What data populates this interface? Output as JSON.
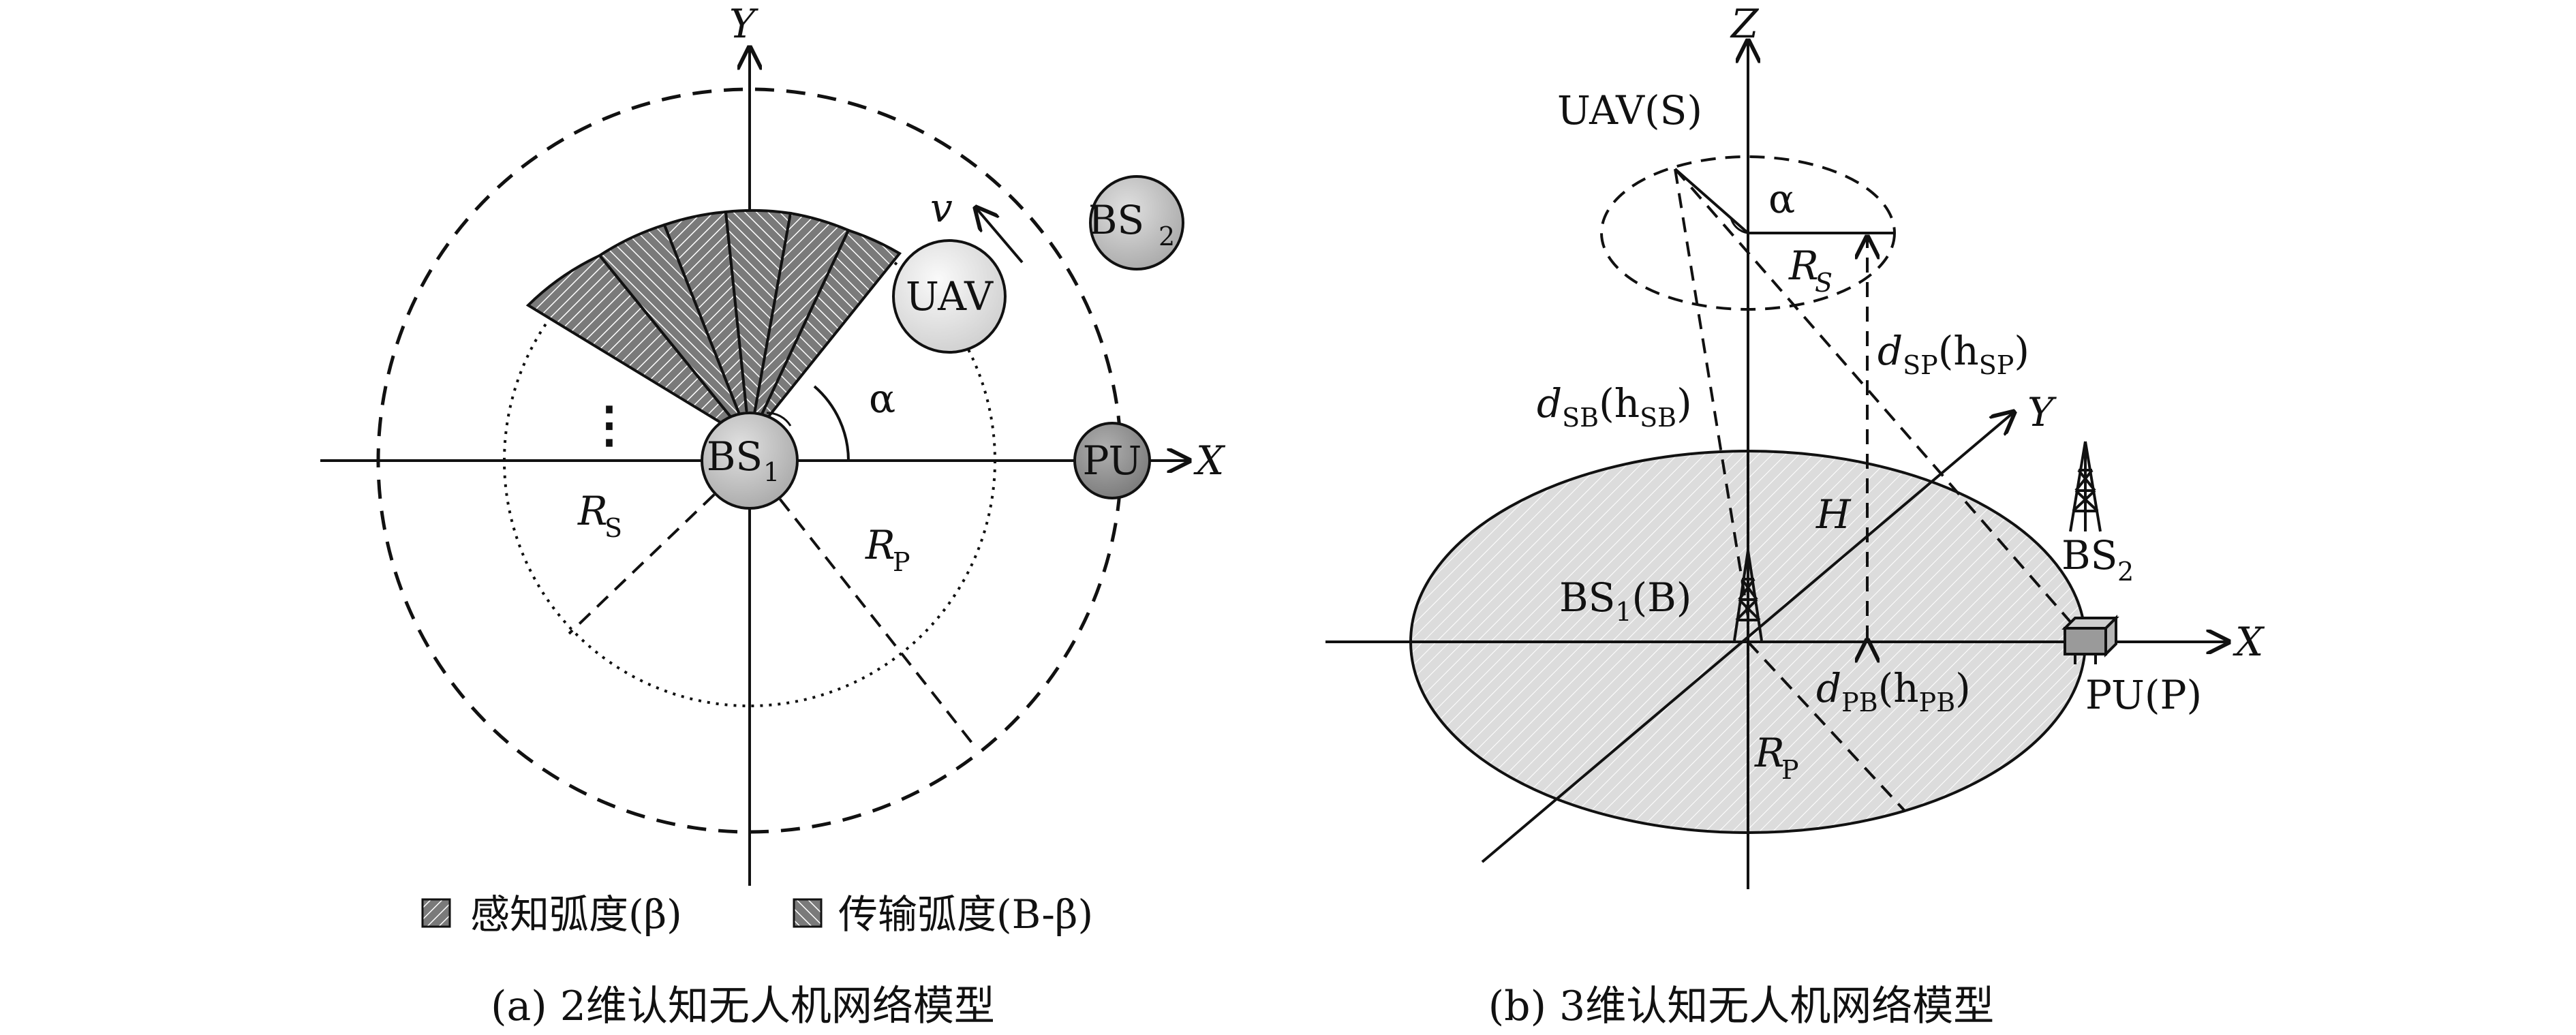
{
  "panel_a": {
    "axis_x": "X",
    "axis_y": "Y",
    "v": "v",
    "bs2": {
      "main": "BS",
      "sub": "2"
    },
    "uav": "UAV",
    "alpha": "α",
    "bs1": {
      "main": "BS",
      "sub": "1"
    },
    "pu": "PU",
    "rs": {
      "main": "R",
      "sub": "S"
    },
    "rp": {
      "main": "R",
      "sub": "P"
    },
    "ellipsis": "⋮",
    "legend": {
      "sensing": "感知弧度(β)",
      "transmission": "传输弧度(B-β)"
    },
    "caption": "(a) 2维认知无人机网络模型"
  },
  "panel_b": {
    "axis_z": "Z",
    "axis_y": "Y",
    "axis_x": "X",
    "uav": "UAV(S)",
    "alpha": "α",
    "rs": {
      "main": "R",
      "sub": "S"
    },
    "dsp": {
      "d": "d",
      "dsub": "SP",
      "open": "(h",
      "hsub": "SP",
      "close": ")"
    },
    "dsb": {
      "d": "d",
      "dsub": "SB",
      "open": "(h",
      "hsub": "SB",
      "close": ")"
    },
    "h": "H",
    "bs2": {
      "main": "BS",
      "sub": "2"
    },
    "bs1": {
      "main": "BS",
      "sub": "1",
      "suffix": "(B)"
    },
    "dpb": {
      "d": "d",
      "dsub": "PB",
      "open": "(h",
      "hsub": "PB",
      "close": ")"
    },
    "pu": "PU(P)",
    "rp": {
      "main": "R",
      "sub": "P"
    },
    "caption": "(b) 3维认知无人机网络模型"
  },
  "colors": {
    "sector_dark": "#7a7a7a",
    "ground_disc": "#dcdcdc",
    "node_grey": "#c4c4c4",
    "node_dark": "#9a9a9a",
    "uav_light": "#e8e8e8"
  }
}
